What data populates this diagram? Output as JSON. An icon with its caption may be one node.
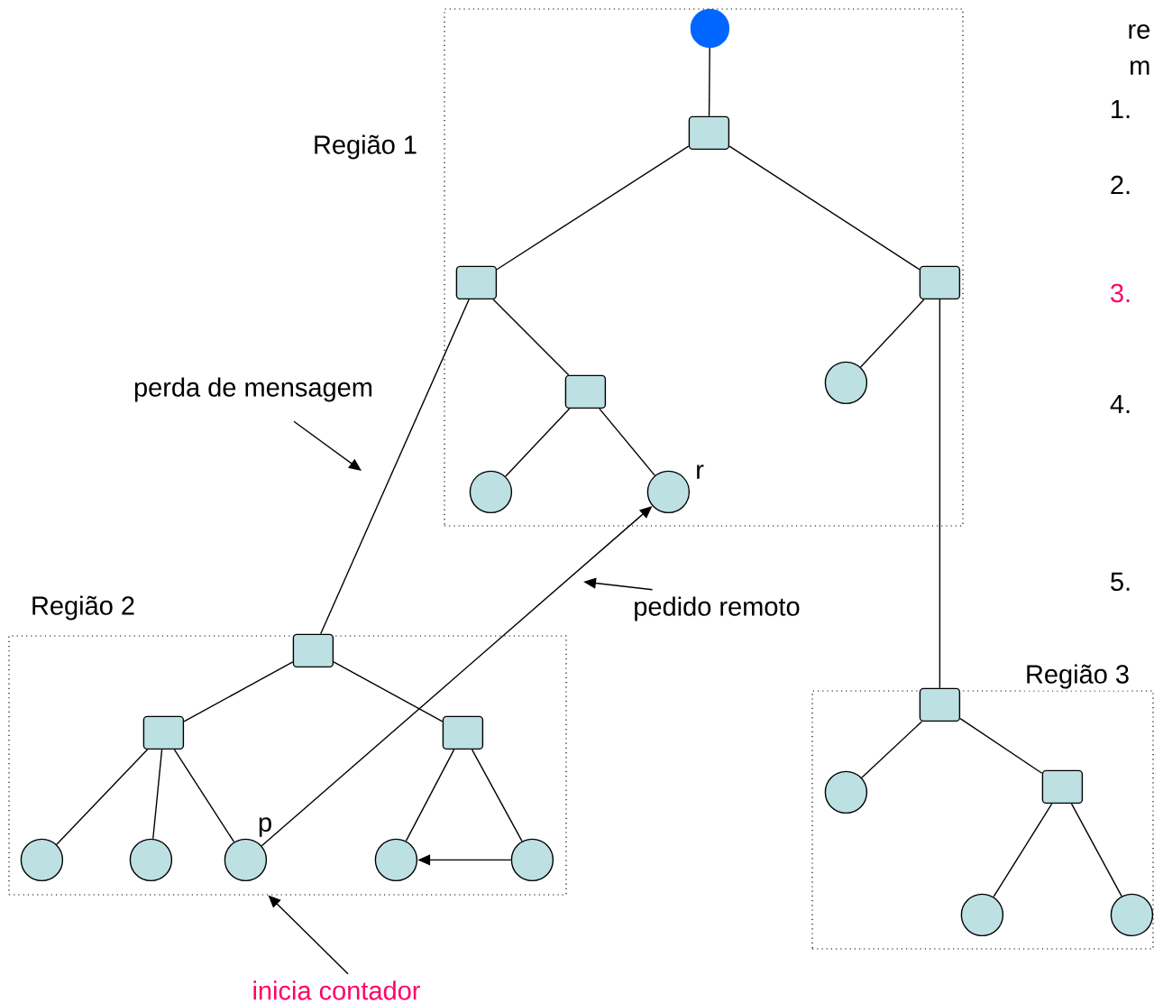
{
  "diagram": {
    "nodes": [
      {
        "text": [
          "Região 1"
        ]
      },
      {
        "text": [],
        "shape": "circle",
        "in": 0
      },
      {
        "text": [],
        "shape": "box",
        "in": 0
      },
      {
        "text": [],
        "shape": "box",
        "in": 0
      },
      {
        "text": [],
        "shape": "box",
        "in": 0
      },
      {
        "text": [],
        "shape": "box",
        "in": 0
      },
      {
        "text": [],
        "shape": "circle",
        "in": 0
      },
      {
        "text": [],
        "shape": "circle",
        "in": 0,
        "beside": [
          "r"
        ]
      },
      {
        "text": [],
        "shape": "circle",
        "in": 0
      },
      {
        "text": [
          "Região 2"
        ]
      },
      {
        "text": [],
        "shape": "box",
        "in": 9
      },
      {
        "text": [],
        "shape": "box",
        "in": 9
      },
      {
        "text": [],
        "shape": "box",
        "in": 9
      },
      {
        "text": [],
        "shape": "circle",
        "in": 9
      },
      {
        "text": [],
        "shape": "circle",
        "in": 9
      },
      {
        "text": [],
        "shape": "circle",
        "in": 9,
        "beside": [
          "p"
        ]
      },
      {
        "text": [],
        "shape": "circle",
        "in": 9
      },
      {
        "text": [],
        "shape": "circle",
        "in": 9
      },
      {
        "text": [
          "Região 3"
        ]
      },
      {
        "text": [],
        "shape": "box",
        "in": 18
      },
      {
        "text": [],
        "shape": "box",
        "in": 18
      },
      {
        "text": [],
        "shape": "circle",
        "in": 18
      },
      {
        "text": [],
        "shape": "circle",
        "in": 18
      },
      {
        "text": [],
        "shape": "circle",
        "in": 18
      },
      {
        "text": [
          "perda de mensagem"
        ]
      },
      {
        "text": [
          "pedido remoto"
        ]
      },
      {
        "text": [
          "inicia contador"
        ]
      }
    ],
    "edges": [
      {
        "from": 1,
        "to": 2,
        "arrow": "none"
      },
      {
        "from": 2,
        "to": 3,
        "arrow": "none"
      },
      {
        "from": 2,
        "to": 4,
        "arrow": "none"
      },
      {
        "from": 3,
        "to": 5,
        "arrow": "none"
      },
      {
        "from": 5,
        "to": 6,
        "arrow": "none"
      },
      {
        "from": 5,
        "to": 7,
        "arrow": "none"
      },
      {
        "from": 4,
        "to": 8,
        "arrow": "none"
      },
      {
        "from": 3,
        "to": 10,
        "arrow": "none"
      },
      {
        "from": 4,
        "to": 19,
        "arrow": "none"
      },
      {
        "from": 10,
        "to": 11,
        "arrow": "none"
      },
      {
        "from": 10,
        "to": 12,
        "arrow": "none"
      },
      {
        "from": 11,
        "to": 13,
        "arrow": "none"
      },
      {
        "from": 11,
        "to": 14,
        "arrow": "none"
      },
      {
        "from": 11,
        "to": 15,
        "arrow": "none"
      },
      {
        "from": 12,
        "to": 16,
        "arrow": "none"
      },
      {
        "from": 12,
        "to": 17,
        "arrow": "none"
      },
      {
        "from": 17,
        "to": 16,
        "arrow": "to"
      },
      {
        "from": 15,
        "to": 7,
        "arrow": "to"
      },
      {
        "from": 19,
        "to": 21,
        "arrow": "none"
      },
      {
        "from": 19,
        "to": 20,
        "arrow": "none"
      },
      {
        "from": 20,
        "to": 22,
        "arrow": "none"
      },
      {
        "from": 20,
        "to": 23,
        "arrow": "none"
      },
      {
        "from": 24,
        "to": null,
        "arrow": "to"
      },
      {
        "from": 25,
        "to": null,
        "arrow": "to"
      },
      {
        "from": 26,
        "to": 9,
        "arrow": "to"
      }
    ],
    "labels": [
      "re",
      "m",
      "1.",
      "2.",
      "3.",
      "4.",
      "5."
    ]
  }
}
